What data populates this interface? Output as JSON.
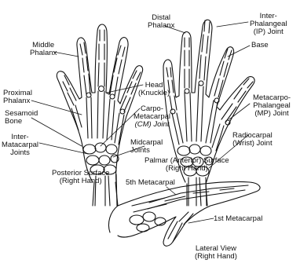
{
  "labels": {
    "distal_phalanx": [
      "Distal",
      "Phalanx"
    ],
    "interphalangeal": [
      "Inter-",
      "Phalangeal",
      "(IP) Joint"
    ],
    "base": [
      "Base"
    ],
    "middle_phalanx": [
      "Middle",
      "Phalanx"
    ],
    "proximal_phalanx": [
      "Proximal",
      "Phalanx"
    ],
    "sesamoid_bone": [
      "Sesamoid",
      "Bone"
    ],
    "intermetacarpal": [
      "Inter-",
      "Matacarpal",
      "Joints"
    ],
    "head": [
      "Head",
      "(Knuckle)"
    ],
    "carpometacarpal": [
      "Carpo-",
      "Metacarpal",
      "(CM) Joint"
    ],
    "midcarpal": [
      "Midcarpal",
      "Joints"
    ],
    "metacarpophalangeal": [
      "Metacarpo-",
      "Phalangeal",
      "(MP) Joint"
    ],
    "radiocarpal": [
      "Radiocarpal",
      "(Wrist) Joint"
    ],
    "posterior_surface": [
      "Posterior Surface",
      "(Right Hand)"
    ],
    "palmar_surface": [
      "Palmar (Anterior) Surface",
      "(Right Hand)"
    ],
    "fifth_metacarpal": [
      "5th Metacarpal"
    ],
    "first_metacarpal": [
      "1st Metacarpal"
    ],
    "lateral_view": [
      "Lateral View",
      "(Right Hand)"
    ]
  }
}
